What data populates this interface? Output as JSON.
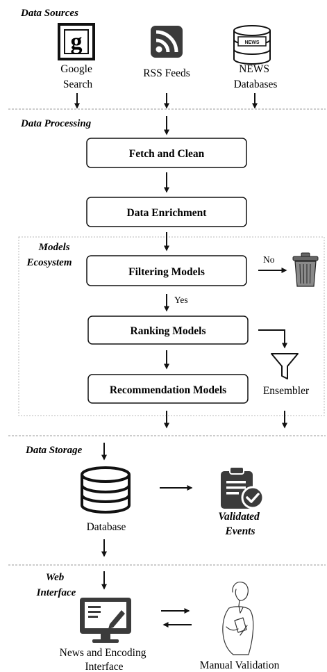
{
  "sections": {
    "data_sources": "Data Sources",
    "data_processing": "Data Processing",
    "models_ecosystem": [
      "Models",
      "Ecosystem"
    ],
    "data_storage": "Data Storage",
    "web_interface": [
      "Web",
      "Interface"
    ]
  },
  "sources": {
    "google": [
      "Google",
      "Search"
    ],
    "rss": "RSS Feeds",
    "news": [
      "NEWS",
      "Databases"
    ],
    "news_icon_text": "NEWS"
  },
  "processing": {
    "fetch": "Fetch and Clean",
    "enrich": "Data Enrichment"
  },
  "models": {
    "filtering": "Filtering Models",
    "ranking": "Ranking Models",
    "recommendation": "Recommendation Models",
    "ensembler": "Ensembler",
    "yes": "Yes",
    "no": "No"
  },
  "storage": {
    "database": "Database",
    "validated": [
      "Validated",
      "Events"
    ]
  },
  "web": {
    "interface": [
      "News and Encoding",
      "Interface"
    ],
    "manual": "Manual Validation"
  },
  "colors": {
    "icon_dark": "#3b3b3b",
    "stroke": "#111111",
    "divider": "#9a9a9a",
    "models_box": "#b8b8b8"
  }
}
